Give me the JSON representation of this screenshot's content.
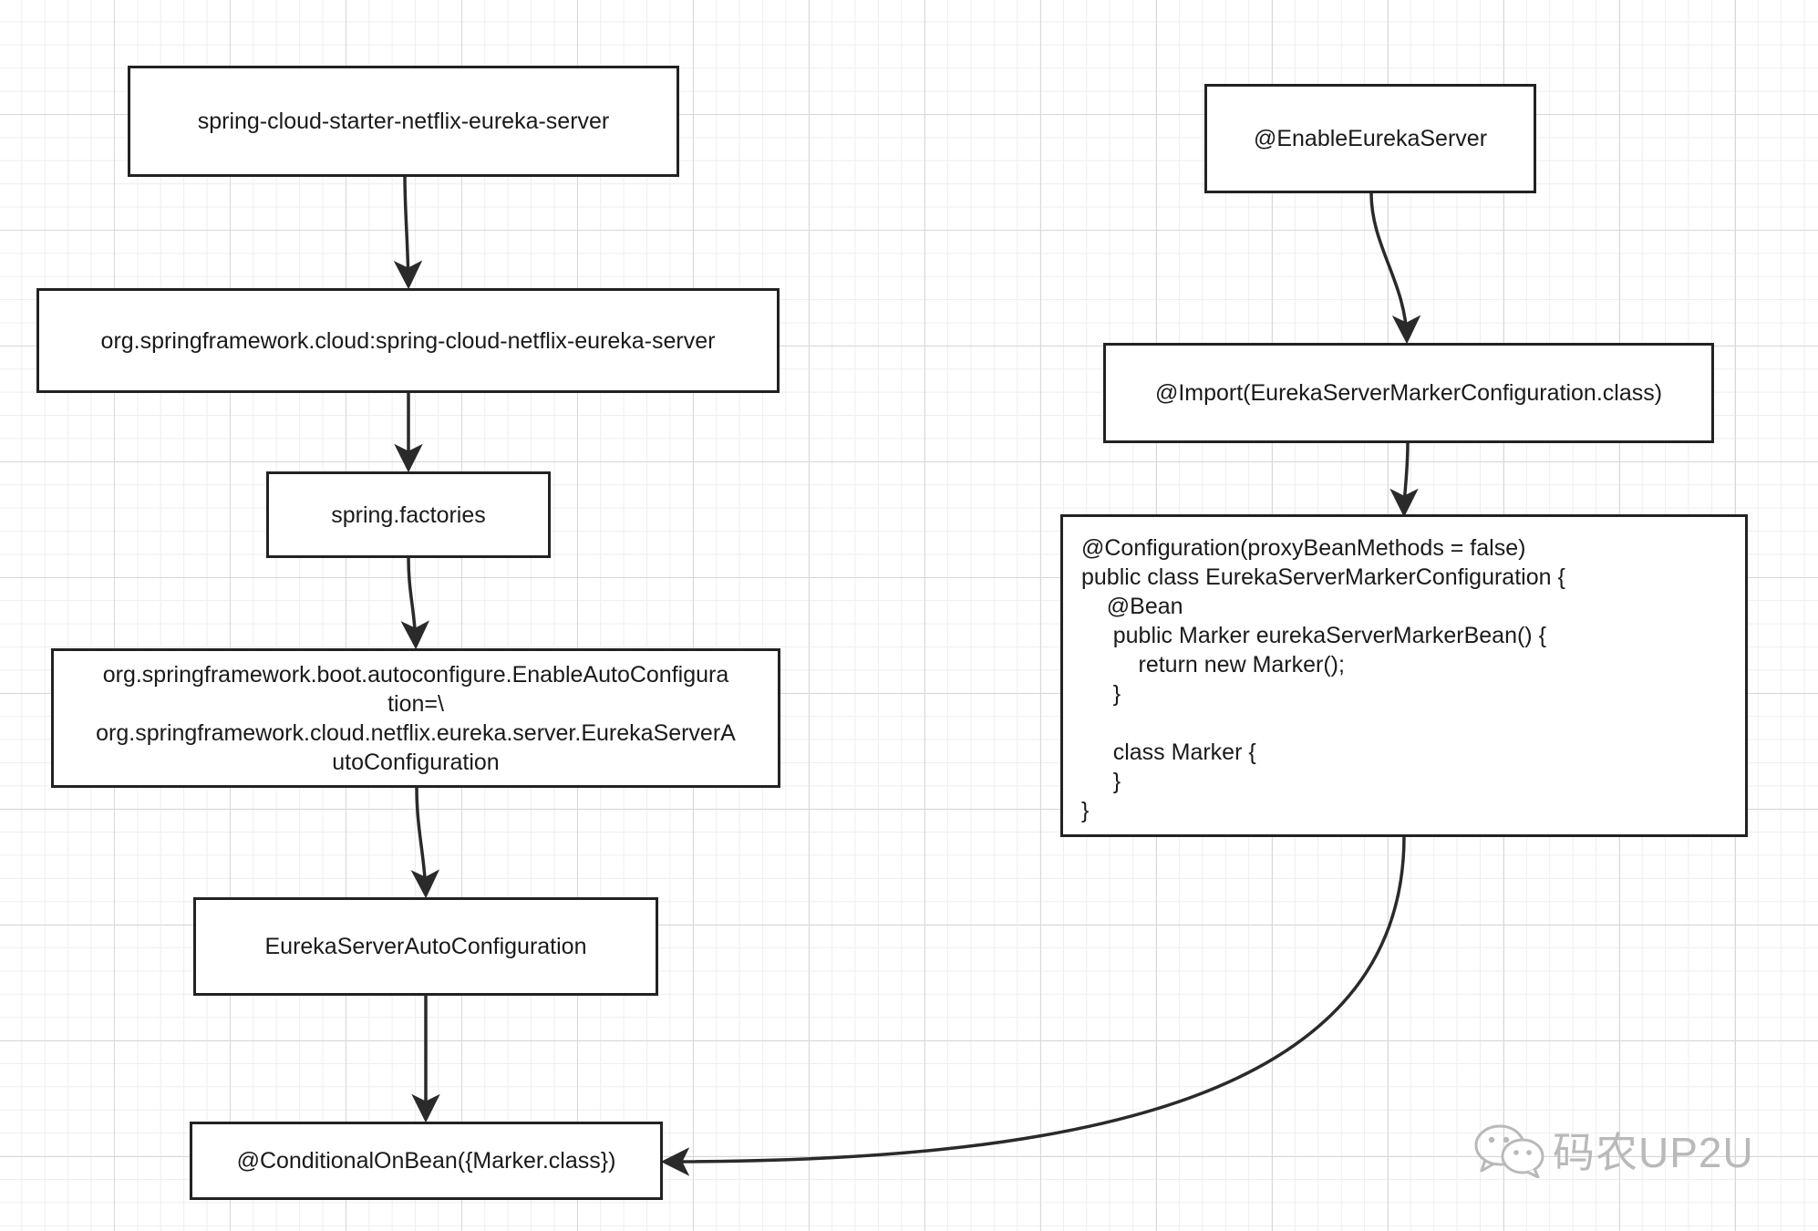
{
  "diagram": {
    "nodes": [
      {
        "id": "starter",
        "lines": [
          "spring-cloud-starter-netflix-eureka-server"
        ]
      },
      {
        "id": "netflix",
        "lines": [
          "org.springframework.cloud:spring-cloud-netflix-eureka-server"
        ]
      },
      {
        "id": "factories",
        "lines": [
          "spring.factories"
        ]
      },
      {
        "id": "autoconfig-key",
        "lines": [
          "org.springframework.boot.autoconfigure.EnableAutoConfigura",
          "tion=\\",
          "org.springframework.cloud.netflix.eureka.server.EurekaServerA",
          "utoConfiguration"
        ]
      },
      {
        "id": "eureka-autoconfig",
        "lines": [
          "EurekaServerAutoConfiguration"
        ]
      },
      {
        "id": "conditional",
        "lines": [
          "@ConditionalOnBean({Marker.class})"
        ]
      },
      {
        "id": "enable",
        "lines": [
          "@EnableEurekaServer"
        ]
      },
      {
        "id": "import",
        "lines": [
          "@Import(EurekaServerMarkerConfiguration.class)"
        ]
      },
      {
        "id": "marker-config",
        "lines": [
          "@Configuration(proxyBeanMethods = false)",
          "public class EurekaServerMarkerConfiguration {",
          "    @Bean",
          "     public Marker eurekaServerMarkerBean() {",
          "         return new Marker();",
          "     }",
          "",
          "     class Marker {",
          "     }",
          "}"
        ]
      }
    ],
    "edges": [
      {
        "from": "starter",
        "to": "netflix"
      },
      {
        "from": "netflix",
        "to": "factories"
      },
      {
        "from": "factories",
        "to": "autoconfig-key"
      },
      {
        "from": "autoconfig-key",
        "to": "eureka-autoconfig"
      },
      {
        "from": "eureka-autoconfig",
        "to": "conditional"
      },
      {
        "from": "enable",
        "to": "import"
      },
      {
        "from": "import",
        "to": "marker-config"
      },
      {
        "from": "marker-config",
        "to": "conditional"
      }
    ]
  },
  "watermark": {
    "text": "码农UP2U",
    "icon": "wechat-icon"
  }
}
